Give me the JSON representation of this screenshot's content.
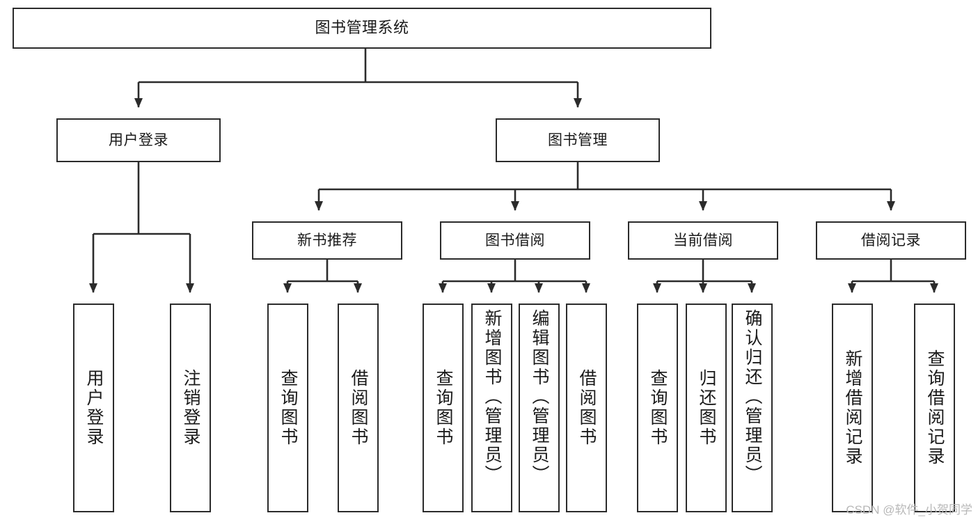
{
  "diagram": {
    "title": "图书管理系统",
    "type": "tree-hierarchy",
    "watermark": "CSDN @软件_小贺同学",
    "stroke_color": "#2b2b2b",
    "fill_color": "#ffffff",
    "text_color": "#1a1a1a"
  },
  "nodes": {
    "root": {
      "label": "图书管理系统",
      "level": 0
    },
    "l1": [
      {
        "id": "user-login",
        "label": "用户登录",
        "level": 1
      },
      {
        "id": "book-manage",
        "label": "图书管理",
        "level": 1
      }
    ],
    "l2": [
      {
        "id": "new-book-recommend",
        "label": "新书推荐",
        "level": 2
      },
      {
        "id": "book-borrow",
        "label": "图书借阅",
        "level": 2
      },
      {
        "id": "current-borrow",
        "label": "当前借阅",
        "level": 2
      },
      {
        "id": "borrow-record",
        "label": "借阅记录",
        "level": 2
      }
    ],
    "leaves": {
      "user_login": [
        {
          "id": "leaf-user-login",
          "label": "用户登录"
        },
        {
          "id": "leaf-user-logout",
          "label": "注销登录"
        }
      ],
      "new_book_recommend": [
        {
          "id": "leaf-query-book-1",
          "label": "查询图书"
        },
        {
          "id": "leaf-borrow-book-1",
          "label": "借阅图书"
        }
      ],
      "book_borrow": [
        {
          "id": "leaf-query-book-2",
          "label": "查询图书"
        },
        {
          "id": "leaf-add-book",
          "label": "新增图书（管理员）"
        },
        {
          "id": "leaf-edit-book",
          "label": "编辑图书（管理员）"
        },
        {
          "id": "leaf-borrow-book-2",
          "label": "借阅图书"
        }
      ],
      "current_borrow": [
        {
          "id": "leaf-query-book-3",
          "label": "查询图书"
        },
        {
          "id": "leaf-return-book",
          "label": "归还图书"
        },
        {
          "id": "leaf-confirm-return",
          "label": "确认归还（管理员）"
        }
      ],
      "borrow_record": [
        {
          "id": "leaf-add-record",
          "label": "新增借阅记录"
        },
        {
          "id": "leaf-query-record",
          "label": "查询借阅记录"
        }
      ]
    }
  }
}
